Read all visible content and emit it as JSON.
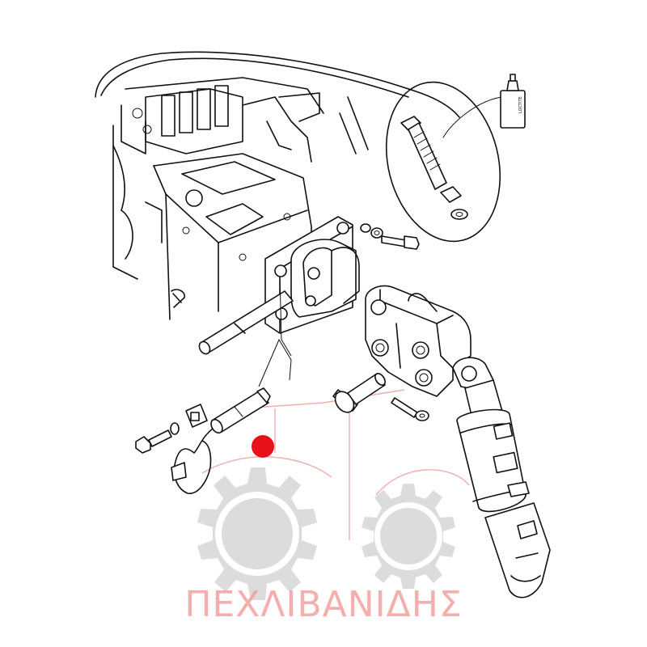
{
  "diagram": {
    "kind": "exploded parts view",
    "callout": {
      "vial_label": "LOCTITE"
    },
    "marker": {
      "color": "#e8101a"
    },
    "watermark": {
      "text": "ΠΕΧΛΙΒΑΝΙΔΗΣ",
      "color": "#f2a0a0",
      "gear_color": "#d9d9d9"
    }
  }
}
